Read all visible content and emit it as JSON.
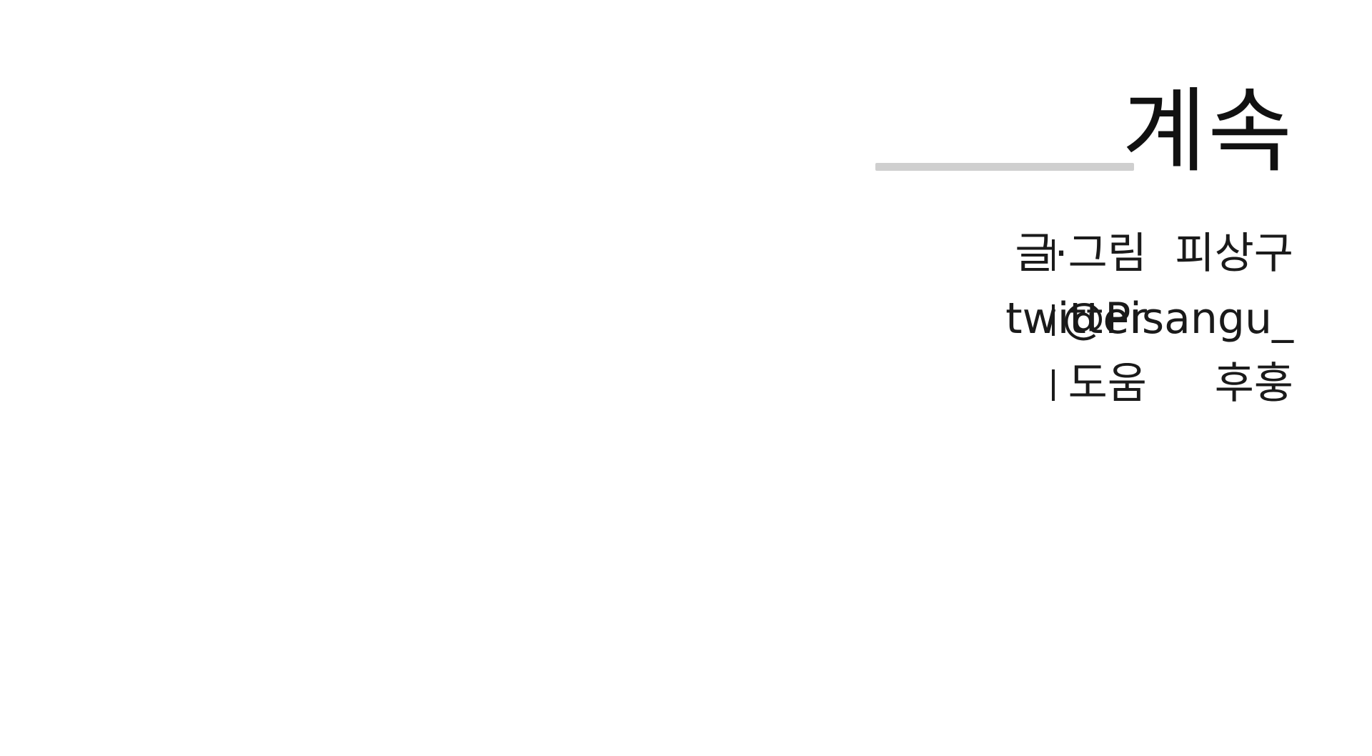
{
  "title": "계속",
  "credits": [
    {
      "label": "글·그림",
      "value": "피상구"
    },
    {
      "label": "twitter",
      "value": "@Pisangu_"
    },
    {
      "label": "도움",
      "value": "후훙"
    }
  ],
  "colors": {
    "background": "#ffffff",
    "text": "#1a1a1a",
    "rule": "#cfcfcf"
  }
}
